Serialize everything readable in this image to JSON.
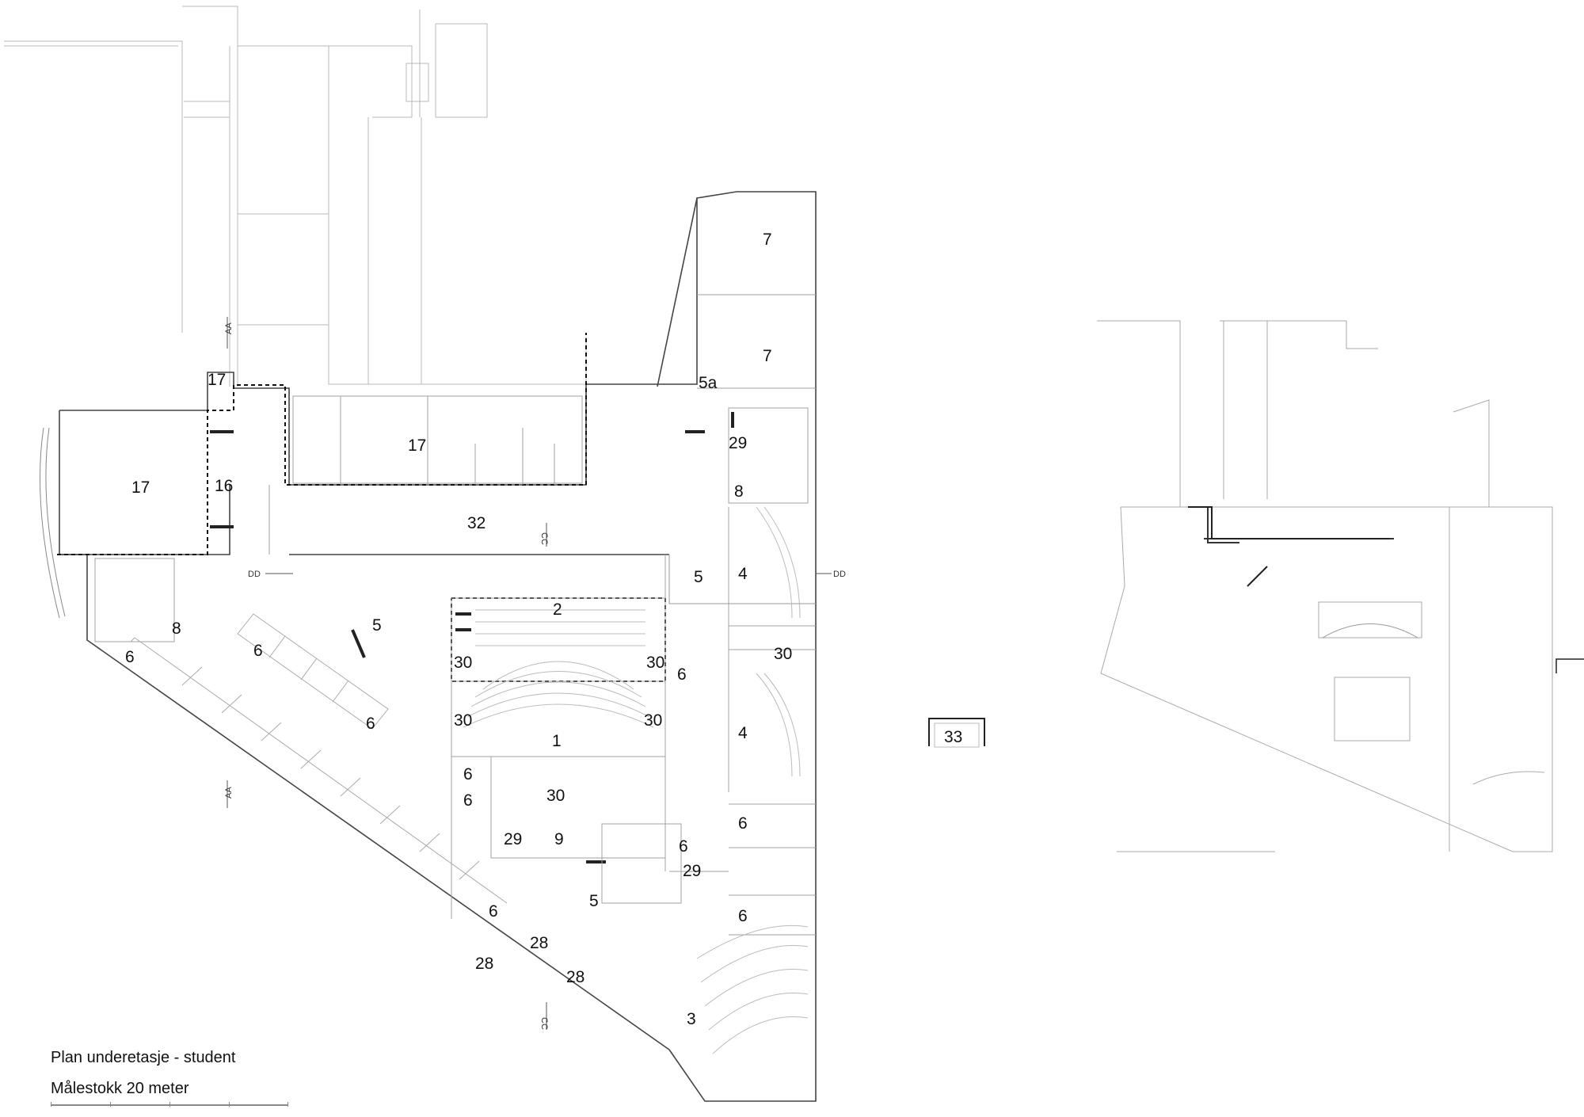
{
  "caption": {
    "title": "Plan underetasje - student",
    "scale": "Målestokk 20 meter"
  },
  "axes": {
    "aa": "AA",
    "cc": "CC",
    "dd": "DD"
  },
  "rooms": {
    "r7a": "7",
    "r7b": "7",
    "r5a": "5a",
    "r29a": "29",
    "r8a": "8",
    "r17a": "17",
    "r17b": "17",
    "r17c": "17",
    "r16": "16",
    "r32": "32",
    "r5b": "5",
    "r4a": "4",
    "r5c": "5",
    "r2": "2",
    "r8b": "8",
    "r6a": "6",
    "r6b": "6",
    "r30a": "30",
    "r30b": "30",
    "r30c": "30",
    "r6c": "6",
    "r30d": "30",
    "r30e": "30",
    "r6d": "6",
    "r1": "1",
    "r4b": "4",
    "r6e": "6",
    "r6f": "6",
    "r30f": "30",
    "r29b": "29",
    "r9": "9",
    "r6g": "6",
    "r6h": "6",
    "r29c": "29",
    "r5d": "5",
    "r6i": "6",
    "r6j": "6",
    "r28a": "28",
    "r28b": "28",
    "r28c": "28",
    "r3": "3",
    "r33": "33"
  },
  "colors": {
    "line": "#9a9a9a",
    "dark": "#222222",
    "text": "#111111"
  }
}
